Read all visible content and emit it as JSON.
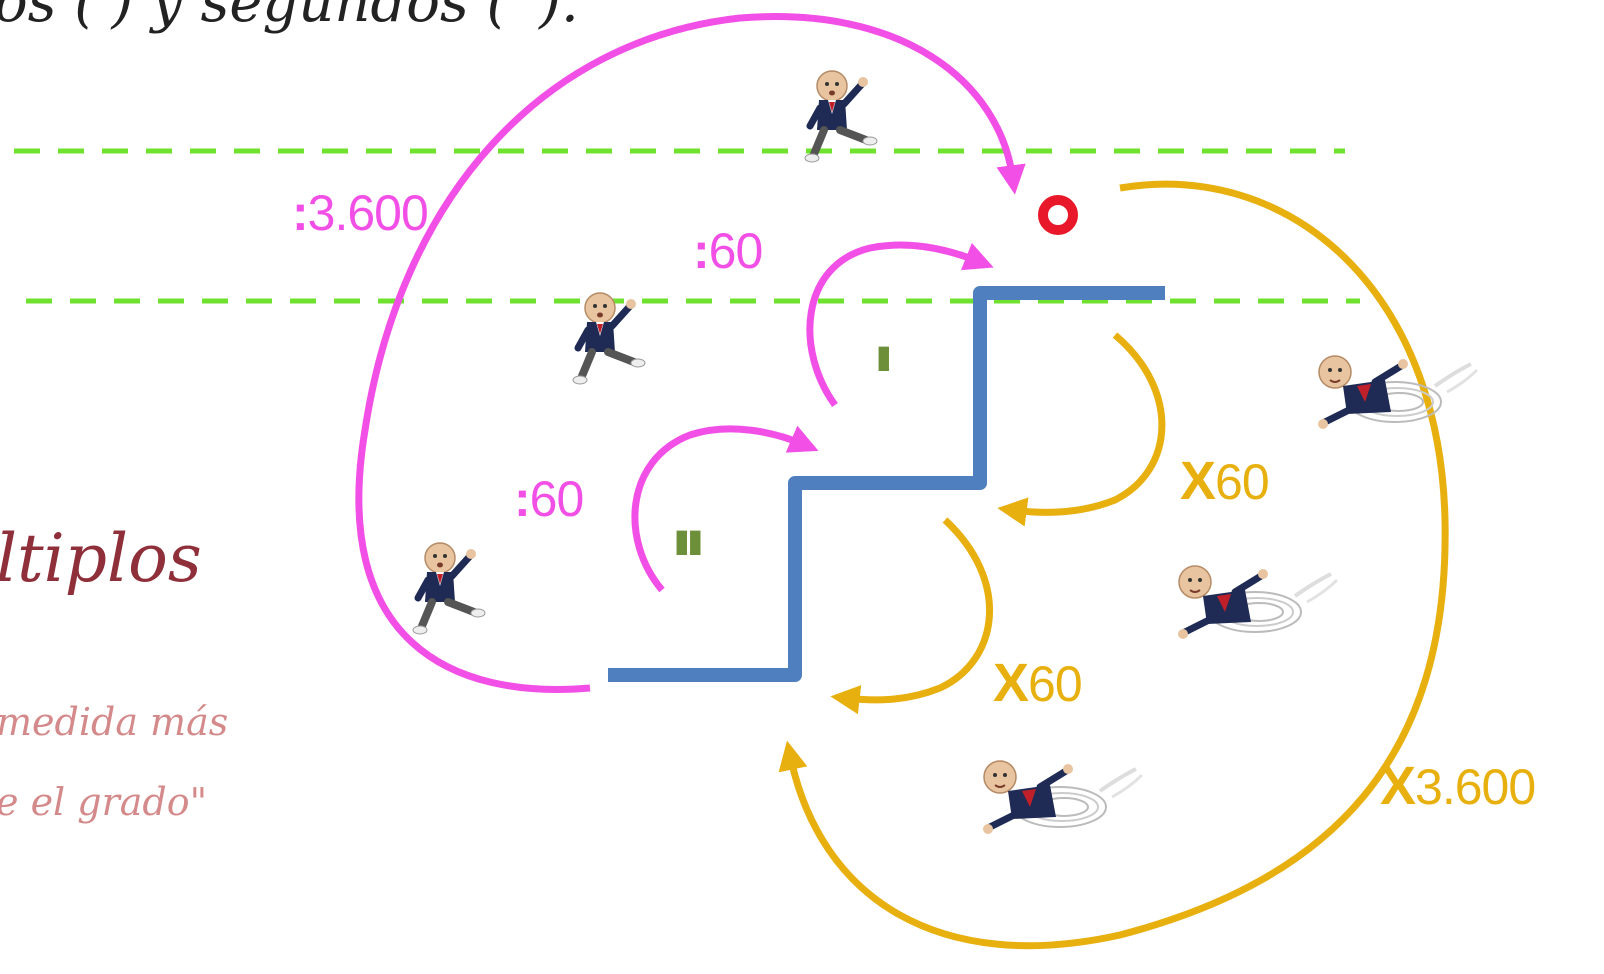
{
  "texts": {
    "top_line": "os (') y segundos ('').",
    "title": "ltiplos",
    "desc_line1": "medida más",
    "desc_line2": "e el grado\""
  },
  "labels": {
    "div3600": {
      "op": ":",
      "num": "3.600"
    },
    "div60_upper": {
      "op": ":",
      "num": "60"
    },
    "div60_lower": {
      "op": ":",
      "num": "60"
    },
    "x60_upper": {
      "op": "X",
      "num": "60"
    },
    "x60_lower": {
      "op": "X",
      "num": "60"
    },
    "x3600": {
      "op": "X",
      "num": "3.600"
    }
  },
  "symbols": {
    "degree": "°",
    "minute": "'",
    "second": "''"
  },
  "colors": {
    "magenta": "#f24fe6",
    "gold": "#e8b00f",
    "stairs": "#4f7fbf",
    "guide": "#6fe22f",
    "degree": "#e8182a",
    "symbol": "#6e8f3a"
  },
  "icons": {
    "climber": "climbing-man-icon",
    "runner": "running-man-icon"
  }
}
